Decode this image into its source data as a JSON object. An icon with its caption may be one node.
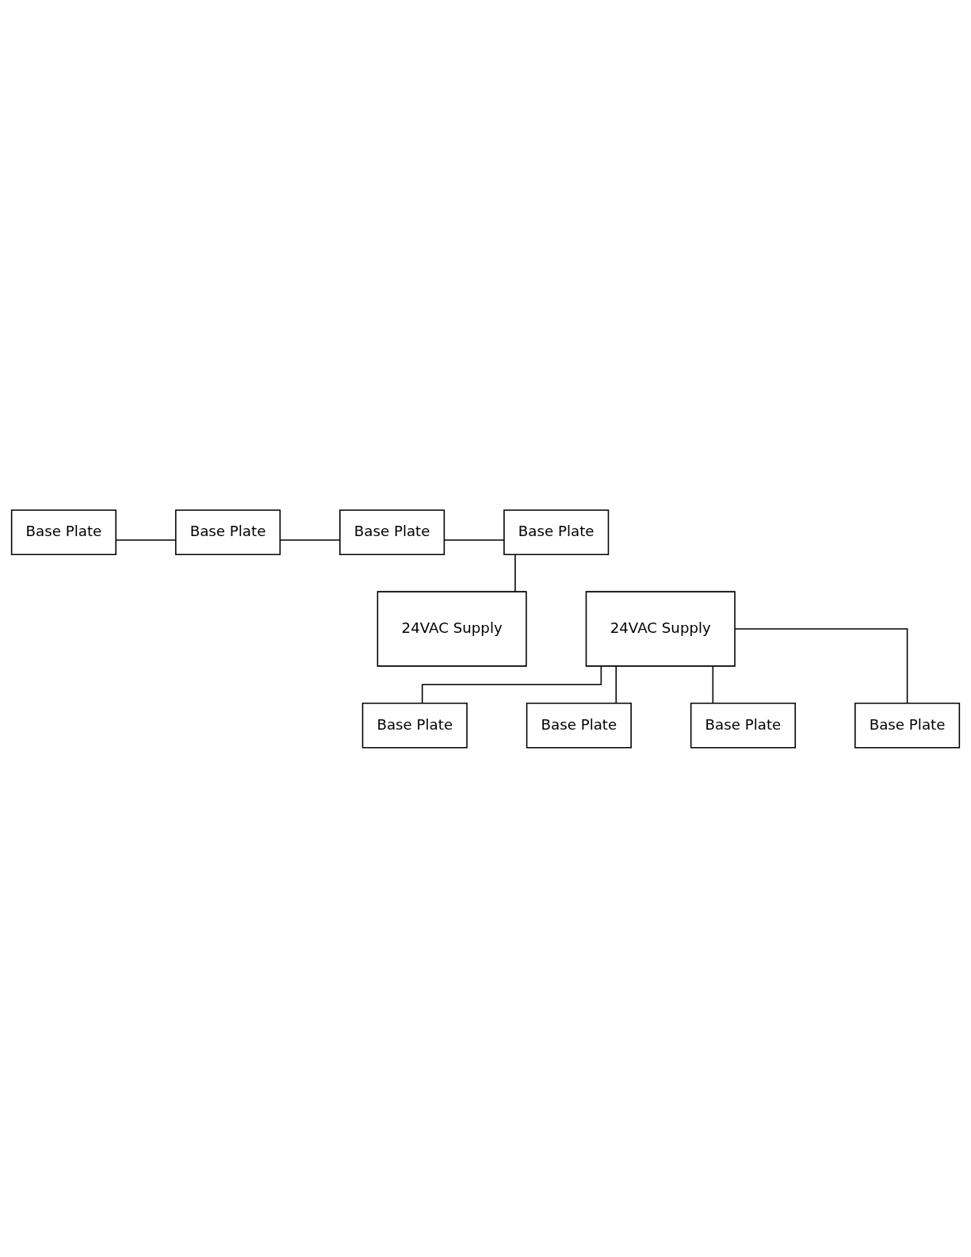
{
  "diagram": {
    "nodes": [
      {
        "text": [
          "24VAC Supply"
        ]
      },
      {
        "text": [
          "Base Plate"
        ]
      },
      {
        "text": [
          "Base Plate"
        ]
      },
      {
        "text": [
          "Base Plate"
        ]
      },
      {
        "text": [
          "Base Plate"
        ]
      },
      {
        "text": [
          "24VAC Supply"
        ]
      },
      {
        "text": [
          "Base Plate"
        ]
      },
      {
        "text": [
          "Base Plate"
        ]
      },
      {
        "text": [
          "Base Plate"
        ]
      },
      {
        "text": [
          "Base Plate"
        ]
      }
    ],
    "edges": [
      {
        "from": 1,
        "to": 2,
        "arrow": "none"
      },
      {
        "from": 2,
        "to": 3,
        "arrow": "none"
      },
      {
        "from": 3,
        "to": 4,
        "arrow": "none"
      },
      {
        "from": 4,
        "to": 0,
        "arrow": "none"
      },
      {
        "from": 5,
        "to": 6,
        "arrow": "none"
      },
      {
        "from": 5,
        "to": 7,
        "arrow": "none"
      },
      {
        "from": 5,
        "to": 8,
        "arrow": "none"
      },
      {
        "from": 5,
        "to": 9,
        "arrow": "none"
      }
    ]
  }
}
